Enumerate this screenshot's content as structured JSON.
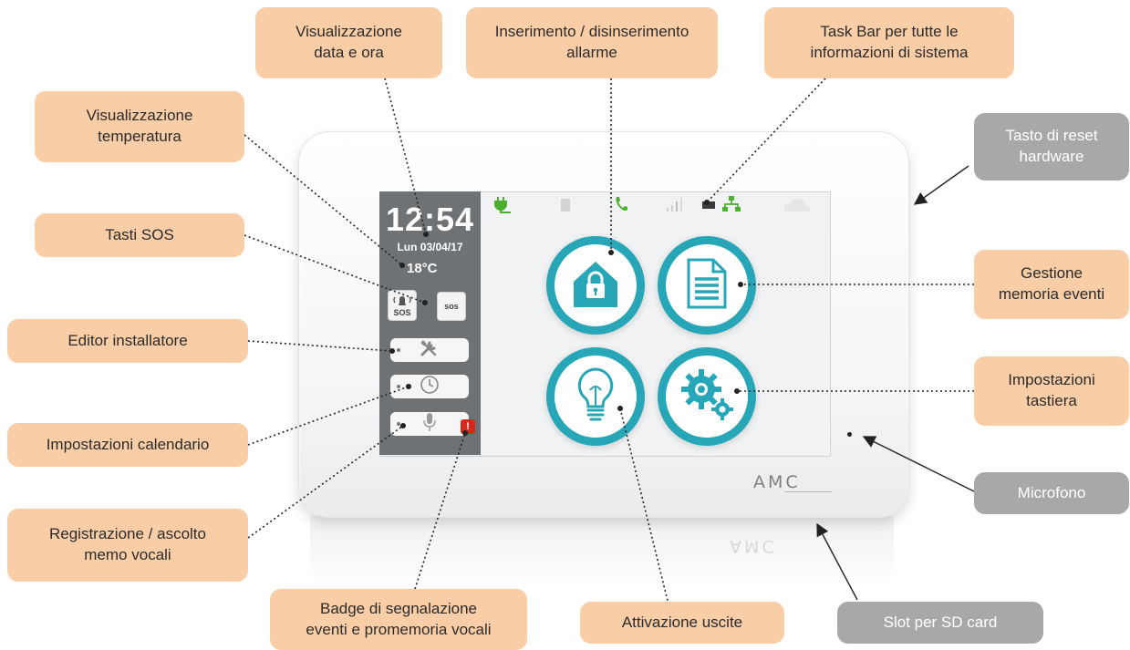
{
  "callouts": {
    "visualizzazione_data_ora": "Visualizzazione\ndata e ora",
    "inserimento_allarme": "Inserimento / disinserimento\nallarme",
    "task_bar": "Task Bar per tutte le\ninformazioni di sistema",
    "visualizzazione_temperatura": "Visualizzazione\ntemperatura",
    "tasto_reset": "Tasto di reset\nhardware",
    "tasti_sos": "Tasti SOS",
    "gestione_memoria": "Gestione\nmemoria eventi",
    "editor_installatore": "Editor installatore",
    "impostazioni_tastiera": "Impostazioni\ntastiera",
    "impostazioni_calendario": "Impostazioni calendario",
    "microfono": "Microfono",
    "registrazione_memo": "Registrazione / ascolto\nmemo vocali",
    "badge_segnalazione": "Badge di segnalazione\neventi e promemoria vocali",
    "attivazione_uscite": "Attivazione uscite",
    "slot_sd": "Slot per SD card"
  },
  "device": {
    "clock": "12:54",
    "date": "Lun 03/04/17",
    "temperature": "18°C",
    "sos_label": "SOS",
    "sos_label_alt": "sos",
    "badge": "!",
    "logo": "AMC",
    "logo_reflection": "AMC"
  },
  "colors": {
    "callout": "#f9cda6",
    "callout_gray": "#a8a8a8",
    "accent": "#26a6b7",
    "sidebar": "#6e7275",
    "taskbar_green": "#4caf2f",
    "badge_red": "#d42a1c"
  },
  "icons": [
    "power-plug-icon",
    "battery-icon",
    "phone-icon",
    "signal-icon",
    "network-icon",
    "cloud-icon",
    "padlock-house-icon",
    "document-icon",
    "lightbulb-icon",
    "gears-icon",
    "tools-icon",
    "clock-icon",
    "microphone-icon",
    "alarm-bell-icon"
  ]
}
